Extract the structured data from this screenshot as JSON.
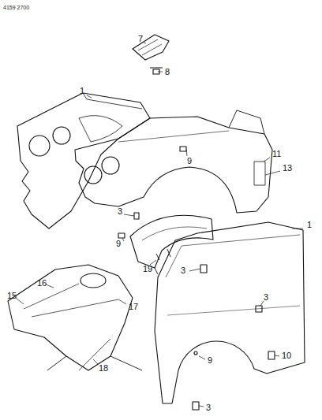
{
  "diagram": {
    "labels": [
      "4159 2700",
      "7",
      "8",
      "1",
      "9",
      "11",
      "13",
      "3",
      "9",
      "19",
      "1",
      "3",
      "3",
      "15",
      "16",
      "17",
      "9",
      "10",
      "18",
      "3"
    ]
  }
}
